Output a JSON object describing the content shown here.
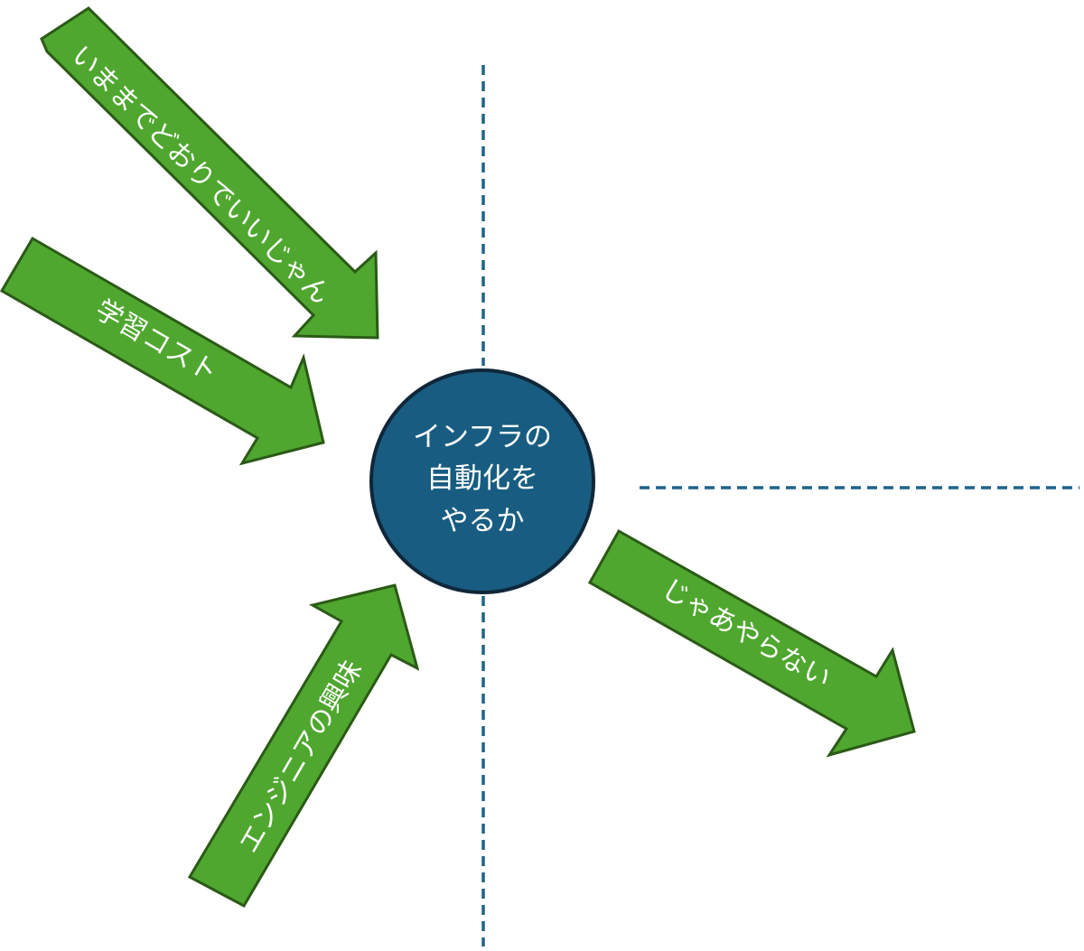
{
  "colors": {
    "arrow_fill": "#4fa72f",
    "arrow_outline": "#2b5a16",
    "center_fill": "#185d81",
    "center_outline": "#10273a",
    "divider": "#1f6389",
    "text": "#ffffff"
  },
  "center": {
    "lines": [
      "インフラの",
      "自動化を",
      "やるか"
    ]
  },
  "arrows": {
    "status_quo": "いままでどおりでいいじゃん",
    "learning_cost": "学習コスト",
    "engineer_interest": "エンジニアの興味",
    "dont_do_it": "じゃあやらない"
  }
}
